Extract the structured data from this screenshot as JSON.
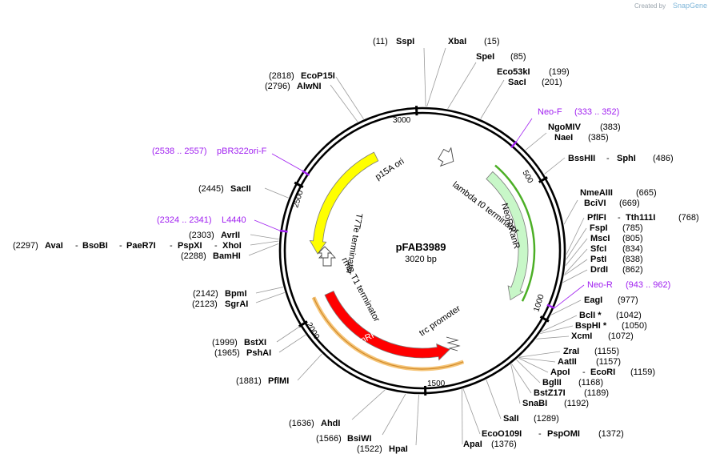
{
  "credit": {
    "prefix": "Created by",
    "brand": "SnapGene"
  },
  "plasmid": {
    "name": "pFAB3989",
    "size": "3020 bp",
    "length": 3020
  },
  "ticks": [
    {
      "bp": 3000,
      "label": "3000"
    },
    {
      "bp": 500,
      "label": "500"
    },
    {
      "bp": 1000,
      "label": "1000"
    },
    {
      "bp": 1500,
      "label": "1500"
    },
    {
      "bp": 2000,
      "label": "2000"
    },
    {
      "bp": 2500,
      "label": "2500"
    }
  ],
  "features": [
    {
      "name": "p15A ori",
      "start": 2250,
      "end": 2800,
      "dir": -1,
      "kind": "ori",
      "color": "#ffff00"
    },
    {
      "name": "NeoR/KanR",
      "start": 350,
      "end": 1000,
      "dir": 1,
      "kind": "cds",
      "color": "#c8f7c8"
    },
    {
      "name": "mRFP1",
      "start": 1380,
      "end": 2060,
      "dir": -1,
      "kind": "cds",
      "color": "#ff0000"
    },
    {
      "name": "lambda t0 terminator",
      "kind": "terminator",
      "color": "#ffffff"
    },
    {
      "name": "rrnB T1 terminator",
      "kind": "terminator",
      "color": "#ffffff"
    },
    {
      "name": "T7Te terminator",
      "kind": "terminator",
      "color": "#ffffff"
    },
    {
      "name": "trc promoter",
      "kind": "promoter",
      "color": "#ffffff"
    }
  ],
  "primers": [
    {
      "name": "Neo-F",
      "range": "(333 .. 352)",
      "bp": 342
    },
    {
      "name": "Neo-R",
      "range": "(943 .. 962)",
      "bp": 952
    },
    {
      "name": "pBR322ori-F",
      "range": "(2538 .. 2557)",
      "bp": 2547
    },
    {
      "name": "L4440",
      "range": "(2324 .. 2341)",
      "bp": 2332
    }
  ],
  "sites": [
    {
      "name": "SspI",
      "pos": "(11)"
    },
    {
      "name": "XbaI",
      "pos": "(15)"
    },
    {
      "name": "SpeI",
      "pos": "(85)"
    },
    {
      "name": "Eco53kI",
      "pos": "(199)"
    },
    {
      "name": "SacI",
      "pos": "(201)"
    },
    {
      "name": "NgoMIV",
      "pos": "(383)"
    },
    {
      "name": "NaeI",
      "pos": "(385)"
    },
    {
      "name": "BssHII",
      "name2": "SphI",
      "pos": "(486)"
    },
    {
      "name": "NmeAIII",
      "pos": "(665)"
    },
    {
      "name": "BciVI",
      "pos": "(669)"
    },
    {
      "name": "PflFI",
      "name2": "Tth111I",
      "pos": "(768)"
    },
    {
      "name": "FspI",
      "pos": "(785)"
    },
    {
      "name": "MscI",
      "pos": "(805)"
    },
    {
      "name": "SfcI",
      "pos": "(834)"
    },
    {
      "name": "PstI",
      "pos": "(838)"
    },
    {
      "name": "DrdI",
      "pos": "(862)"
    },
    {
      "name": "EagI",
      "pos": "(977)"
    },
    {
      "name": "BclI *",
      "pos": "(1042)"
    },
    {
      "name": "BspHI *",
      "pos": "(1050)"
    },
    {
      "name": "XcmI",
      "pos": "(1072)"
    },
    {
      "name": "ZraI",
      "pos": "(1155)"
    },
    {
      "name": "AatII",
      "pos": "(1157)"
    },
    {
      "name": "ApoI",
      "name2": "EcoRI",
      "pos": "(1159)"
    },
    {
      "name": "BglII",
      "pos": "(1168)"
    },
    {
      "name": "BstZ17I",
      "pos": "(1189)"
    },
    {
      "name": "SnaBI",
      "pos": "(1192)"
    },
    {
      "name": "SalI",
      "pos": "(1289)"
    },
    {
      "name": "EcoO109I",
      "name2": "PspOMI",
      "pos": "(1372)"
    },
    {
      "name": "ApaI",
      "pos": "(1376)"
    },
    {
      "name": "HpaI",
      "pos": "(1522)"
    },
    {
      "name": "BsiWI",
      "pos": "(1566)"
    },
    {
      "name": "AhdI",
      "pos": "(1636)"
    },
    {
      "name": "PflMI",
      "pos": "(1881)"
    },
    {
      "name": "PshAI",
      "pos": "(1965)"
    },
    {
      "name": "BstXI",
      "pos": "(1999)"
    },
    {
      "name": "SgrAI",
      "pos": "(2123)"
    },
    {
      "name": "BpmI",
      "pos": "(2142)"
    },
    {
      "name": "BamHI",
      "pos": "(2288)"
    },
    {
      "name": "AvaI",
      "name2": "BsoBI",
      "name3": "PaeR7I",
      "name4": "PspXI",
      "name5": "XhoI",
      "pos": "(2297)"
    },
    {
      "name": "AvrII",
      "pos": "(2303)"
    },
    {
      "name": "SacII",
      "pos": "(2445)"
    },
    {
      "name": "AlwNI",
      "pos": "(2796)"
    },
    {
      "name": "EcoP15I",
      "pos": "(2818)"
    }
  ]
}
